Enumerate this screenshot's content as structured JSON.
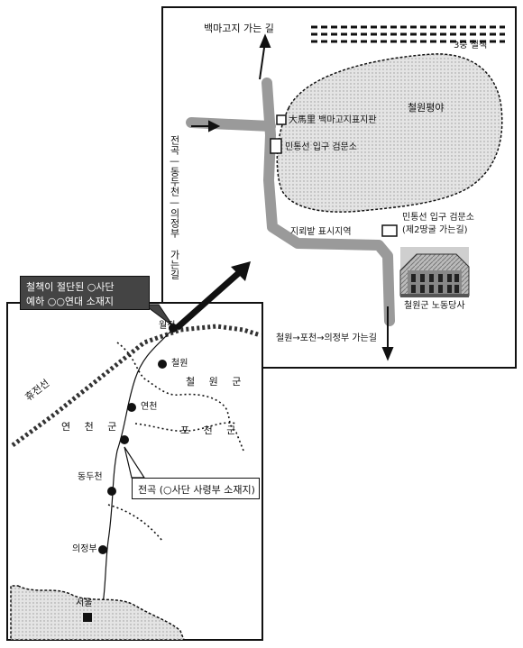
{
  "inset_map": {
    "labels": {
      "baekmagoji_road": "백마고지 가는 길",
      "triple_fence": "3중 철책",
      "cheorwon_plain": "철원평야",
      "baekmagoji_sign": "大馬里 백마고지표지판",
      "checkpoint_1": "민통선 입구 검문소",
      "checkpoint_2_line1": "민통선 입구 검문소",
      "checkpoint_2_line2": "(제2땅굴 가는길)",
      "mine_area": "지뢰밭 표시지역",
      "labor_party_hq": "철원군 노동당사",
      "road_to_uijeongbu": "철원→포천→의정부 가는길",
      "vertical_route": "전곡—동두천—의정부 가는길"
    }
  },
  "main_map": {
    "callout_dark_line1": "철책이 절단된 ○사단",
    "callout_dark_line2": "예하 ○○연대 소재지",
    "callout_white": "전곡 (○사단 사령부 소재지)",
    "dmz_label": "휴전선",
    "cities": {
      "wolgeong": "월정",
      "cheorwon": "철원",
      "yeoncheon": "연천",
      "dongducheon": "동두천",
      "uijeongbu": "의정부",
      "seoul": "서울"
    },
    "counties": {
      "cheorwon_gun": "철 원 군",
      "yeoncheon_gun": "연 천 군",
      "pocheon_gun": "포 천 군"
    }
  },
  "colors": {
    "road": "#9a9a9a",
    "plain_fill": "#dcdcdc",
    "dark_callout": "#444444",
    "ink": "#111111"
  },
  "icons": [
    "north-arrow-up",
    "arrow-left-to-right",
    "arrow-down",
    "big-pointer-arrow",
    "building-photo"
  ]
}
